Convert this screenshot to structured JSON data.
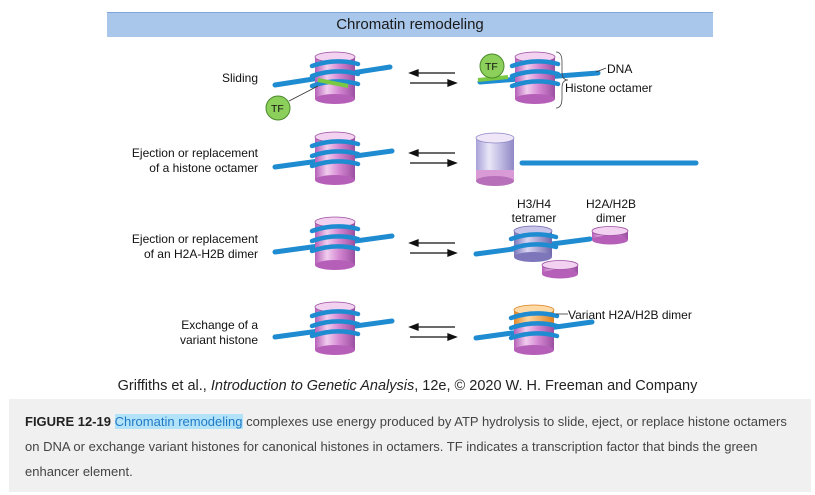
{
  "title": "Chromatin remodeling",
  "rows": [
    {
      "label": "Sliding"
    },
    {
      "label": "Ejection or replacement\nof a histone octamer"
    },
    {
      "label": "Ejection or replacement\nof an H2A-H2B dimer"
    },
    {
      "label": "Exchange of a\nvariant histone"
    }
  ],
  "labels": {
    "tf": "TF",
    "dna": "DNA",
    "histone_octamer": "Histone octamer",
    "h3h4": "H3/H4\ntetramer",
    "h2a_h2b": "H2A/H2B\ndimer",
    "variant_dimer": "Variant H2A/H2B dimer"
  },
  "credit": {
    "prefix": "Griffiths et al., ",
    "book": "Introduction to Genetic Analysis",
    "suffix": ", 12e, © 2020 W. H. Freeman and Company"
  },
  "caption": {
    "figure_number": "FIGURE 12-19",
    "link_text": "Chromatin remodeling",
    "text": " complexes use energy produced by ATP hydrolysis to slide, eject, or replace histone octamers on DNA or exchange variant histones for canonical histones in octamers. TF indicates a transcription factor that binds the green enhancer element."
  },
  "colors": {
    "dna": "#1f8bd0",
    "histone": "#cf7fcf",
    "histone_light": "#f2d2f0",
    "tetramer": "#8d86c6",
    "variant": "#f0a24a",
    "tf": "#8ccf5a",
    "enhancer": "#7ac943",
    "title_bg": "#a9c7ea"
  }
}
